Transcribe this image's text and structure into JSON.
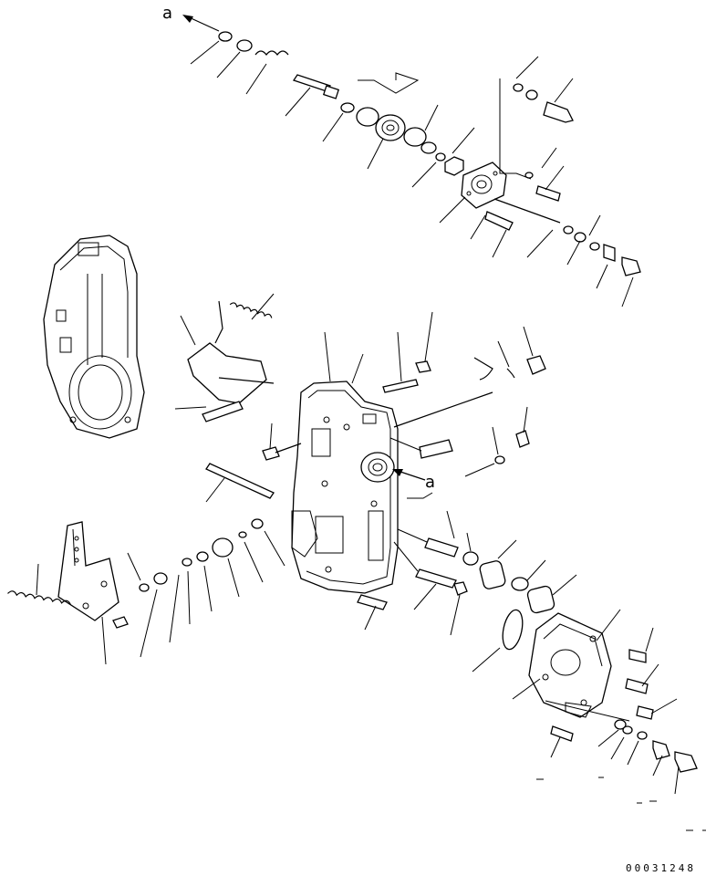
{
  "reference_labels": {
    "top": "a",
    "body": "a"
  },
  "drawing_code": "00031248"
}
